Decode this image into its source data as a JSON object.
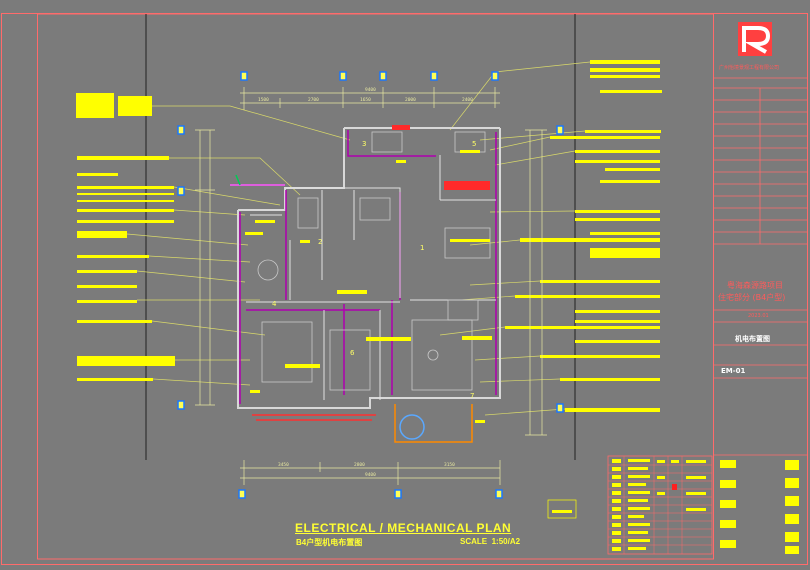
{
  "drawing": {
    "title": "ELECTRICAL / MECHANICAL PLAN",
    "subtitle": "B4户型机电布置图",
    "scale_label": "SCALE",
    "scale_value": "1:50/A2"
  },
  "title_block": {
    "company": "广州怡境景观工程有限公司",
    "project_line1": "粤海森源路项目",
    "project_line2": "住宅部分 (B4户型)",
    "date": "2023.01",
    "sheet_name": "机电布置图",
    "sheet_number": "EM-01"
  },
  "dimensions": {
    "top_total": "9400",
    "top_segments": [
      "1500",
      "2700",
      "1650",
      "2000",
      "2400"
    ],
    "bottom_total": "9400",
    "bottom_segments": [
      "3450",
      "2800",
      "3150"
    ]
  },
  "room_numbers": [
    "3",
    "5",
    "2",
    "4",
    "1",
    "6",
    "7"
  ],
  "colors": {
    "background": "#7b7b7b",
    "border": "#ff6b6b",
    "annotation": "#ffff00",
    "wall": "#d8d8d8",
    "wall_accent": "#b000b0",
    "dimension": "#e8e8a0",
    "marker": "#1a78ff"
  },
  "icons": [
    "logo-mark-icon",
    "axis-marker-icon"
  ]
}
